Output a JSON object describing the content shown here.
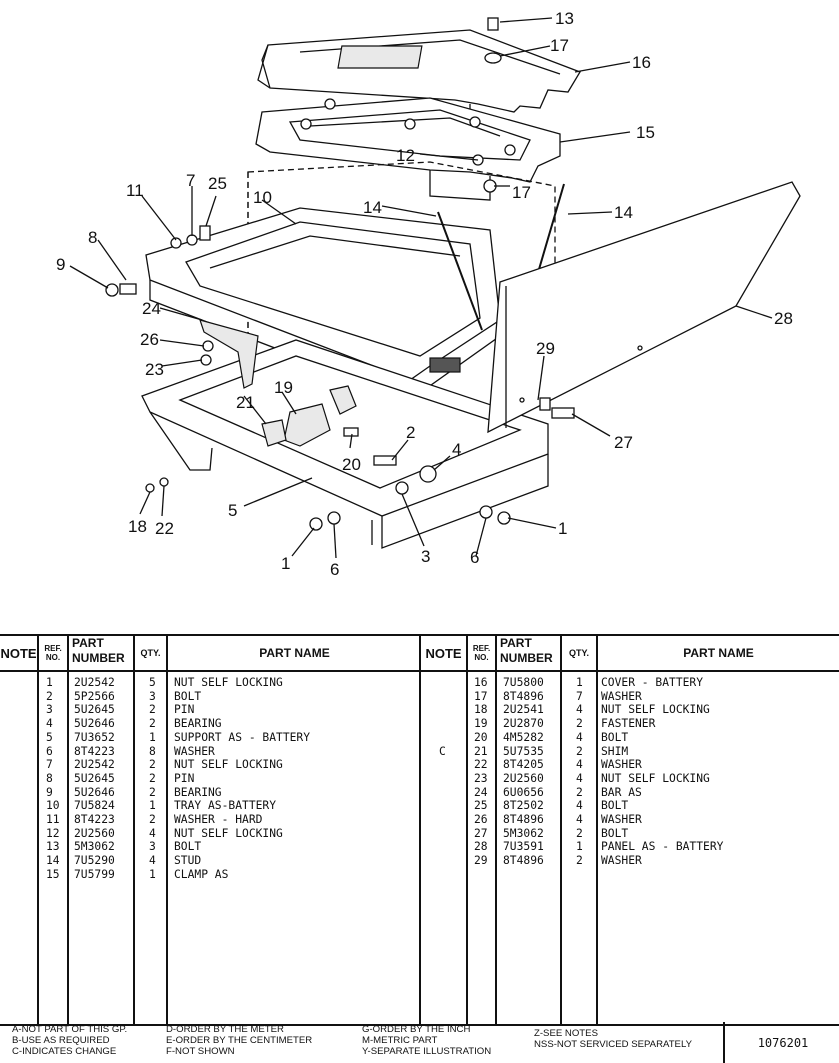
{
  "callouts": [
    "1",
    "1",
    "2",
    "3",
    "4",
    "5",
    "6",
    "6",
    "7",
    "8",
    "9",
    "10",
    "11",
    "12",
    "13",
    "14",
    "14",
    "15",
    "16",
    "17",
    "17",
    "18",
    "19",
    "20",
    "21",
    "22",
    "23",
    "24",
    "25",
    "26",
    "27",
    "28",
    "29"
  ],
  "table": {
    "headers": {
      "note": "NOTE",
      "ref_no": [
        "REF.",
        "NO."
      ],
      "part_number": [
        "PART",
        "NUMBER"
      ],
      "qty": "QTY.",
      "part_name": "PART NAME"
    },
    "left_rows": [
      {
        "note": "",
        "ref": "1",
        "part": "2U2542",
        "qty": "5",
        "name": "NUT SELF LOCKING"
      },
      {
        "note": "",
        "ref": "2",
        "part": "5P2566",
        "qty": "3",
        "name": "BOLT"
      },
      {
        "note": "",
        "ref": "3",
        "part": "5U2645",
        "qty": "2",
        "name": "PIN"
      },
      {
        "note": "",
        "ref": "4",
        "part": "5U2646",
        "qty": "2",
        "name": "BEARING"
      },
      {
        "note": "",
        "ref": "5",
        "part": "7U3652",
        "qty": "1",
        "name": "SUPPORT AS - BATTERY"
      },
      {
        "note": "",
        "ref": "6",
        "part": "8T4223",
        "qty": "8",
        "name": "WASHER"
      },
      {
        "note": "",
        "ref": "7",
        "part": "2U2542",
        "qty": "2",
        "name": "NUT SELF LOCKING"
      },
      {
        "note": "",
        "ref": "8",
        "part": "5U2645",
        "qty": "2",
        "name": "PIN"
      },
      {
        "note": "",
        "ref": "9",
        "part": "5U2646",
        "qty": "2",
        "name": "BEARING"
      },
      {
        "note": "",
        "ref": "10",
        "part": "7U5824",
        "qty": "1",
        "name": "TRAY AS-BATTERY"
      },
      {
        "note": "",
        "ref": "11",
        "part": "8T4223",
        "qty": "2",
        "name": "WASHER - HARD"
      },
      {
        "note": "",
        "ref": "12",
        "part": "2U2560",
        "qty": "4",
        "name": "NUT SELF LOCKING"
      },
      {
        "note": "",
        "ref": "13",
        "part": "5M3062",
        "qty": "3",
        "name": "BOLT"
      },
      {
        "note": "",
        "ref": "14",
        "part": "7U5290",
        "qty": "4",
        "name": "STUD"
      },
      {
        "note": "",
        "ref": "15",
        "part": "7U5799",
        "qty": "1",
        "name": "CLAMP AS"
      }
    ],
    "right_rows": [
      {
        "note": "",
        "ref": "16",
        "part": "7U5800",
        "qty": "1",
        "name": "COVER - BATTERY"
      },
      {
        "note": "",
        "ref": "17",
        "part": "8T4896",
        "qty": "7",
        "name": "WASHER"
      },
      {
        "note": "",
        "ref": "18",
        "part": "2U2541",
        "qty": "4",
        "name": "NUT SELF LOCKING"
      },
      {
        "note": "",
        "ref": "19",
        "part": "2U2870",
        "qty": "2",
        "name": "FASTENER"
      },
      {
        "note": "",
        "ref": "20",
        "part": "4M5282",
        "qty": "4",
        "name": "BOLT"
      },
      {
        "note": "C",
        "ref": "21",
        "part": "5U7535",
        "qty": "2",
        "name": "SHIM"
      },
      {
        "note": "",
        "ref": "22",
        "part": "8T4205",
        "qty": "4",
        "name": "WASHER"
      },
      {
        "note": "",
        "ref": "23",
        "part": "2U2560",
        "qty": "4",
        "name": "NUT SELF LOCKING"
      },
      {
        "note": "",
        "ref": "24",
        "part": "6U0656",
        "qty": "2",
        "name": "BAR AS"
      },
      {
        "note": "",
        "ref": "25",
        "part": "8T2502",
        "qty": "4",
        "name": "BOLT"
      },
      {
        "note": "",
        "ref": "26",
        "part": "8T4896",
        "qty": "4",
        "name": "WASHER"
      },
      {
        "note": "",
        "ref": "27",
        "part": "5M3062",
        "qty": "2",
        "name": "BOLT"
      },
      {
        "note": "",
        "ref": "28",
        "part": "7U3591",
        "qty": "1",
        "name": "PANEL AS - BATTERY"
      },
      {
        "note": "",
        "ref": "29",
        "part": "8T4896",
        "qty": "2",
        "name": "WASHER"
      }
    ]
  },
  "footer": {
    "col1": [
      "A-NOT PART OF THIS GP.",
      "B-USE AS REQUIRED",
      "C-INDICATES CHANGE"
    ],
    "col2": [
      "D-ORDER BY THE METER",
      "E-ORDER BY THE CENTIMETER",
      "F-NOT SHOWN"
    ],
    "col3": [
      "G-ORDER BY THE INCH",
      "M-METRIC PART",
      "Y-SEPARATE ILLUSTRATION"
    ],
    "col4": [
      "Z-SEE NOTES",
      "NSS-NOT SERVICED SEPARATELY"
    ],
    "drawing_number": "1076201"
  }
}
